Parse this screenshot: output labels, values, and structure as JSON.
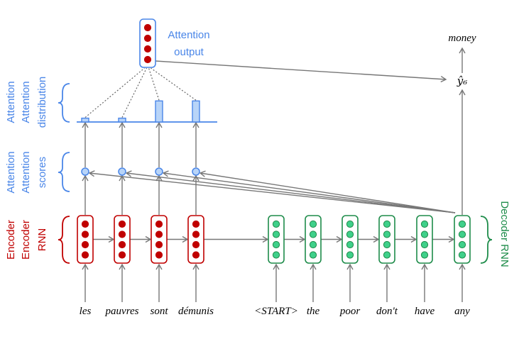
{
  "colors": {
    "encoder": "#c00000",
    "encoder_dot": "#c00000",
    "decoder": "#1e8c4a",
    "decoder_dot": "#3fd08a",
    "attention": "#4a86e8",
    "attention_fill": "#b8d4f8",
    "arrow": "#777777"
  },
  "labels": {
    "encoder_rnn": [
      "Encoder",
      "RNN"
    ],
    "decoder_rnn": "Decoder RNN",
    "attention_scores": [
      "Attention",
      "scores"
    ],
    "attention_distribution": [
      "Attention",
      "distribution"
    ],
    "attention_output": [
      "Attention",
      "output"
    ],
    "prediction": "ŷ₆",
    "predicted_word": "money"
  },
  "source_words": [
    "les",
    "pauvres",
    "sont",
    "démunis"
  ],
  "target_words": [
    "<START>",
    "the",
    "poor",
    "don't",
    "have",
    "any"
  ],
  "attention_distribution": [
    0.1,
    0.1,
    0.55,
    0.55
  ]
}
